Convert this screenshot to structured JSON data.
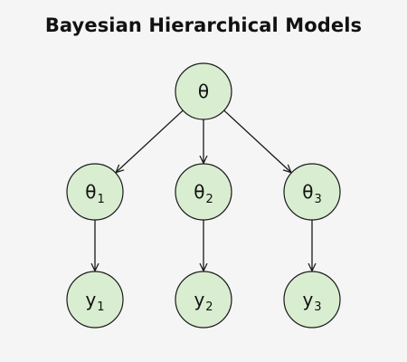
{
  "title": "Bayesian Hierarchical Models",
  "colors": {
    "node_fill": "#d9edd1",
    "node_stroke": "#1a1a1a",
    "background": "#f5f5f5"
  },
  "nodes": {
    "root": {
      "base": "θ",
      "sub": ""
    },
    "theta1": {
      "base": "θ",
      "sub": "1"
    },
    "theta2": {
      "base": "θ",
      "sub": "2"
    },
    "theta3": {
      "base": "θ",
      "sub": "3"
    },
    "y1": {
      "base": "y",
      "sub": "1"
    },
    "y2": {
      "base": "y",
      "sub": "2"
    },
    "y3": {
      "base": "y",
      "sub": "3"
    }
  },
  "edges": [
    {
      "from": "root",
      "to": "theta1"
    },
    {
      "from": "root",
      "to": "theta2"
    },
    {
      "from": "root",
      "to": "theta3"
    },
    {
      "from": "theta1",
      "to": "y1"
    },
    {
      "from": "theta2",
      "to": "y2"
    },
    {
      "from": "theta3",
      "to": "y3"
    }
  ]
}
